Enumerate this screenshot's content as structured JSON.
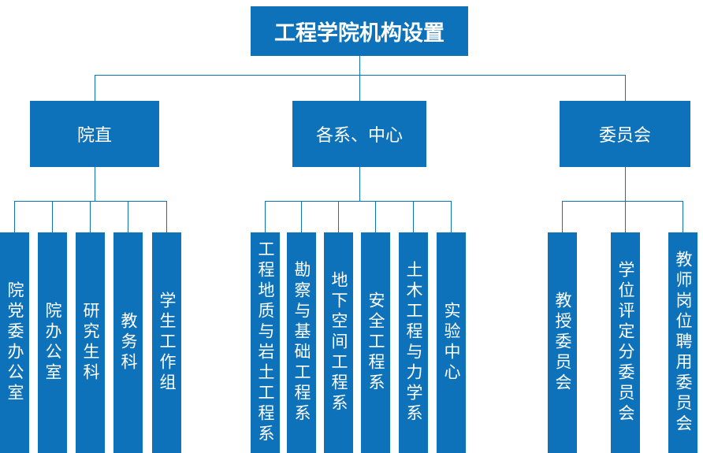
{
  "title": "工程学院机构设置",
  "colors": {
    "box": "#0d72b9",
    "line": "#0d72b9",
    "text": "#ffffff",
    "background": "#ffffff"
  },
  "groups": [
    {
      "label": "院直",
      "children": [
        "院党委办公室",
        "院办公室",
        "研究生科",
        "教务科",
        "学生工作组"
      ]
    },
    {
      "label": "各系、中心",
      "children": [
        "工程地质与岩土工程系",
        "勘察与基础工程系",
        "地下空间工程系",
        "安全工程系",
        "土木工程与力学系",
        "实验中心"
      ]
    },
    {
      "label": "委员会",
      "children": [
        "教授委员会",
        "学位评定分委员会",
        "教师岗位聘用委员会"
      ]
    }
  ]
}
